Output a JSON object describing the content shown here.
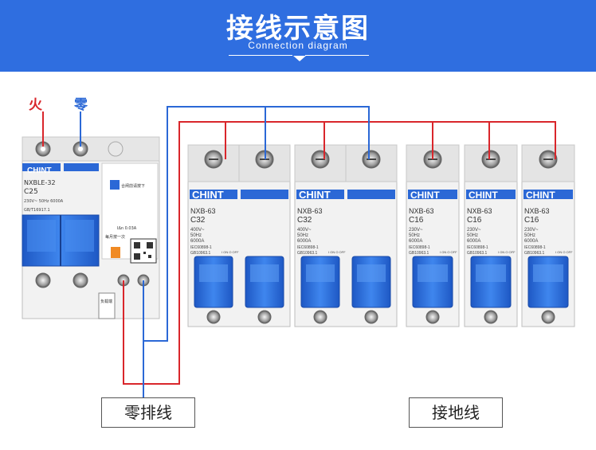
{
  "header": {
    "title": "接线示意图",
    "subtitle": "Connection diagram",
    "bg_color": "#2f6ee0"
  },
  "terminals": {
    "live_label": "火",
    "neutral_label": "零",
    "live_color": "#d9262b",
    "neutral_color": "#2b68d6"
  },
  "rcbo": {
    "brand": "CHINT",
    "model": "NXBLE-32",
    "rating": "C25",
    "specs": "230V~ 50Hz 6000A",
    "standard": "GB/T16917.1",
    "test_note": "合闸前请按下",
    "monthly_note": "每月按一次",
    "load_label": "负载端",
    "leakage_spec": "IΔn 0.03A"
  },
  "breakers": [
    {
      "brand": "CHINT",
      "model": "NXB-63",
      "rating": "C32",
      "specs": "400V~ 50Hz 6000A",
      "std": "IEC60898-1 GB10963.1",
      "pole": 2
    },
    {
      "brand": "CHINT",
      "model": "NXB-63",
      "rating": "C32",
      "specs": "400V~ 50Hz 6000A",
      "std": "IEC60898-1 GB10963.1",
      "pole": 2
    },
    {
      "brand": "CHINT",
      "model": "NXB-63",
      "rating": "C16",
      "specs": "230V~ 50Hz 6000A",
      "std": "IEC60898-1 GB10963.1",
      "pole": 1
    },
    {
      "brand": "CHINT",
      "model": "NXB-63",
      "rating": "C16",
      "specs": "230V~ 50Hz 6000A",
      "std": "IEC60898-1 GB10963.1",
      "pole": 1
    },
    {
      "brand": "CHINT",
      "model": "NXB-63",
      "rating": "C16",
      "specs": "230V~ 50Hz 6000A",
      "std": "IEC60898-1 GB10963.1",
      "pole": 1
    }
  ],
  "on_off": "I ON  O OFF",
  "bars": {
    "neutral_bar": "零排线",
    "ground_bar": "接地线"
  }
}
